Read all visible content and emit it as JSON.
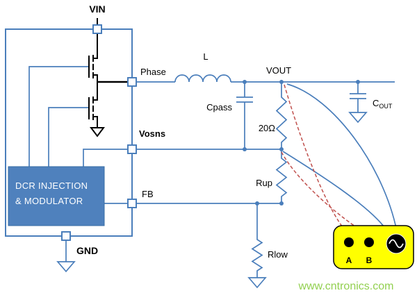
{
  "labels": {
    "vin": "VIN",
    "phase": "Phase",
    "inductor": "L",
    "vout": "VOUT",
    "cpass": "Cpass",
    "r20": "20Ω",
    "vosns": "Vosns",
    "rup": "Rup",
    "fb": "FB",
    "gnd": "GND",
    "rlow": "Rlow",
    "cout_base": "C",
    "cout_sub": "OUT"
  },
  "block": {
    "line1": "DCR INJECTION",
    "line2": "& MODULATOR"
  },
  "instrument": {
    "probe_a": "A",
    "probe_b": "B"
  },
  "watermark": "www.cntronics.com",
  "colors": {
    "wire": "#4a7ebb",
    "block_fill": "#4f81bd",
    "block_stroke": "#3a6ea5",
    "block_text": "#ffffff",
    "instrument_fill": "#ffff00",
    "probe_trace": "#c0504d",
    "watermark": "#92d050",
    "mosfet": "#000000"
  }
}
